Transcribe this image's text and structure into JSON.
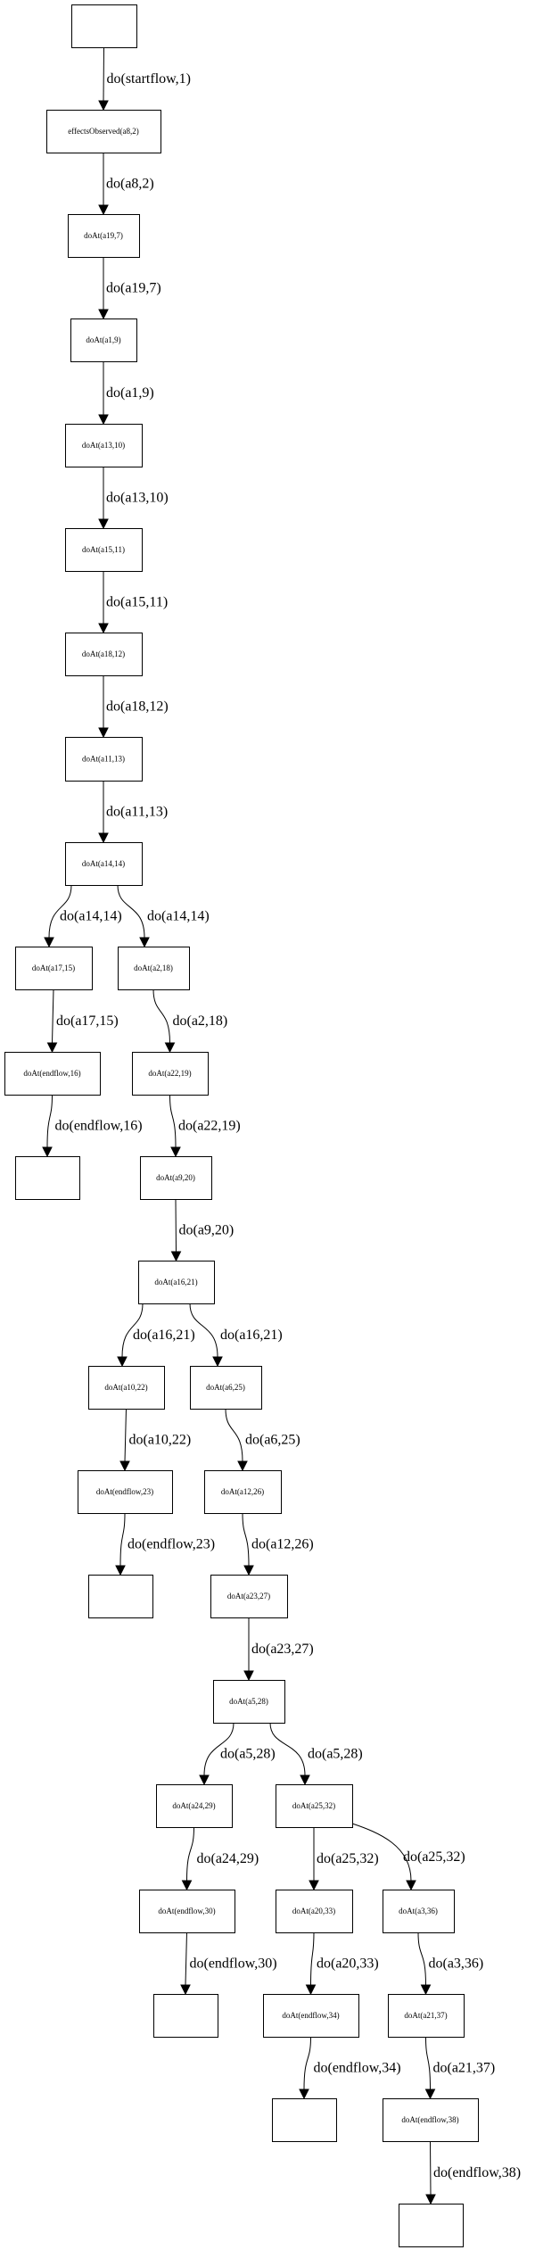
{
  "diagram": {
    "type": "directed-graph",
    "nodes": [
      {
        "id": "n0",
        "label": ""
      },
      {
        "id": "n1",
        "label": "effectsObserved(a8,2)"
      },
      {
        "id": "n2",
        "label": "doAt(a19,7)"
      },
      {
        "id": "n3",
        "label": "doAt(a1,9)"
      },
      {
        "id": "n4",
        "label": "doAt(a13,10)"
      },
      {
        "id": "n5",
        "label": "doAt(a15,11)"
      },
      {
        "id": "n6",
        "label": "doAt(a18,12)"
      },
      {
        "id": "n7",
        "label": "doAt(a11,13)"
      },
      {
        "id": "n8",
        "label": "doAt(a14,14)"
      },
      {
        "id": "n9",
        "label": "doAt(a17,15)"
      },
      {
        "id": "n10",
        "label": "doAt(a2,18)"
      },
      {
        "id": "n11",
        "label": "doAt(endflow,16)"
      },
      {
        "id": "n12",
        "label": "doAt(a22,19)"
      },
      {
        "id": "n13",
        "label": ""
      },
      {
        "id": "n14",
        "label": "doAt(a9,20)"
      },
      {
        "id": "n15",
        "label": "doAt(a16,21)"
      },
      {
        "id": "n16",
        "label": "doAt(a10,22)"
      },
      {
        "id": "n17",
        "label": "doAt(a6,25)"
      },
      {
        "id": "n18",
        "label": "doAt(endflow,23)"
      },
      {
        "id": "n19",
        "label": "doAt(a12,26)"
      },
      {
        "id": "n20",
        "label": ""
      },
      {
        "id": "n21",
        "label": "doAt(a23,27)"
      },
      {
        "id": "n22",
        "label": "doAt(a5,28)"
      },
      {
        "id": "n23",
        "label": "doAt(a24,29)"
      },
      {
        "id": "n24",
        "label": "doAt(a25,32)"
      },
      {
        "id": "n25",
        "label": "doAt(endflow,30)"
      },
      {
        "id": "n26",
        "label": "doAt(a20,33)"
      },
      {
        "id": "n27",
        "label": "doAt(a3,36)"
      },
      {
        "id": "n28",
        "label": ""
      },
      {
        "id": "n29",
        "label": "doAt(endflow,34)"
      },
      {
        "id": "n30",
        "label": "doAt(a21,37)"
      },
      {
        "id": "n31",
        "label": ""
      },
      {
        "id": "n32",
        "label": "doAt(endflow,38)"
      },
      {
        "id": "n33",
        "label": ""
      }
    ],
    "edges": [
      {
        "from": "n0",
        "to": "n1",
        "label": "do(startflow,1)"
      },
      {
        "from": "n1",
        "to": "n2",
        "label": "do(a8,2)"
      },
      {
        "from": "n2",
        "to": "n3",
        "label": "do(a19,7)"
      },
      {
        "from": "n3",
        "to": "n4",
        "label": "do(a1,9)"
      },
      {
        "from": "n4",
        "to": "n5",
        "label": "do(a13,10)"
      },
      {
        "from": "n5",
        "to": "n6",
        "label": "do(a15,11)"
      },
      {
        "from": "n6",
        "to": "n7",
        "label": "do(a18,12)"
      },
      {
        "from": "n7",
        "to": "n8",
        "label": "do(a11,13)"
      },
      {
        "from": "n8",
        "to": "n9",
        "label": "do(a14,14)"
      },
      {
        "from": "n8",
        "to": "n10",
        "label": "do(a14,14)"
      },
      {
        "from": "n9",
        "to": "n11",
        "label": "do(a17,15)"
      },
      {
        "from": "n10",
        "to": "n12",
        "label": "do(a2,18)"
      },
      {
        "from": "n11",
        "to": "n13",
        "label": "do(endflow,16)"
      },
      {
        "from": "n12",
        "to": "n14",
        "label": "do(a22,19)"
      },
      {
        "from": "n14",
        "to": "n15",
        "label": "do(a9,20)"
      },
      {
        "from": "n15",
        "to": "n16",
        "label": "do(a16,21)"
      },
      {
        "from": "n15",
        "to": "n17",
        "label": "do(a16,21)"
      },
      {
        "from": "n16",
        "to": "n18",
        "label": "do(a10,22)"
      },
      {
        "from": "n17",
        "to": "n19",
        "label": "do(a6,25)"
      },
      {
        "from": "n18",
        "to": "n20",
        "label": "do(endflow,23)"
      },
      {
        "from": "n19",
        "to": "n21",
        "label": "do(a12,26)"
      },
      {
        "from": "n21",
        "to": "n22",
        "label": "do(a23,27)"
      },
      {
        "from": "n22",
        "to": "n23",
        "label": "do(a5,28)"
      },
      {
        "from": "n22",
        "to": "n24",
        "label": "do(a5,28)"
      },
      {
        "from": "n23",
        "to": "n25",
        "label": "do(a24,29)"
      },
      {
        "from": "n24",
        "to": "n26",
        "label": "do(a25,32)"
      },
      {
        "from": "n24",
        "to": "n27",
        "label": "do(a25,32)"
      },
      {
        "from": "n25",
        "to": "n28",
        "label": "do(endflow,30)"
      },
      {
        "from": "n26",
        "to": "n29",
        "label": "do(a20,33)"
      },
      {
        "from": "n27",
        "to": "n30",
        "label": "do(a3,36)"
      },
      {
        "from": "n29",
        "to": "n31",
        "label": "do(endflow,34)"
      },
      {
        "from": "n30",
        "to": "n32",
        "label": "do(a21,37)"
      },
      {
        "from": "n32",
        "to": "n33",
        "label": "do(endflow,38)"
      }
    ]
  }
}
